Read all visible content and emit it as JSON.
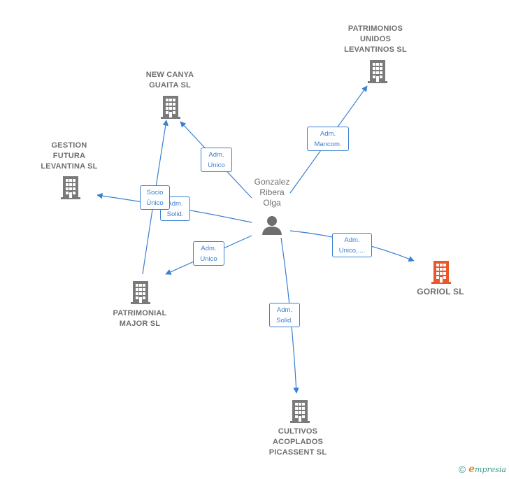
{
  "colors": {
    "edge": "#3a7fd2",
    "node": "#7a7a7a",
    "highlight": "#e8582a",
    "person": "#6e6e6e"
  },
  "person": {
    "name_lines": [
      "Gonzalez",
      "Ribera",
      "Olga"
    ],
    "icon": "person-icon"
  },
  "companies": [
    {
      "id": "patrimonios",
      "lines": [
        "PATRIMONIOS",
        "UNIDOS",
        "LEVANTINOS SL"
      ],
      "icon": "building-icon",
      "highlight": false
    },
    {
      "id": "newcanya",
      "lines": [
        "NEW CANYA",
        "GUAITA  SL"
      ],
      "icon": "building-icon",
      "highlight": false
    },
    {
      "id": "gestion",
      "lines": [
        "GESTION",
        "FUTURA",
        "LEVANTINA SL"
      ],
      "icon": "building-icon",
      "highlight": false
    },
    {
      "id": "goriol",
      "lines": [
        "GORIOL  SL"
      ],
      "icon": "building-icon",
      "highlight": true
    },
    {
      "id": "patrimonial",
      "lines": [
        "PATRIMONIAL",
        "MAJOR  SL"
      ],
      "icon": "building-icon",
      "highlight": false
    },
    {
      "id": "cultivos",
      "lines": [
        "CULTIVOS",
        "ACOPLADOS",
        "PICASSENT SL"
      ],
      "icon": "building-icon",
      "highlight": false
    }
  ],
  "edges": [
    {
      "id": "e-patrimonios",
      "lines": [
        "Adm.",
        "Mancom."
      ]
    },
    {
      "id": "e-newcanya",
      "lines": [
        "Adm.",
        "Unico"
      ]
    },
    {
      "id": "e-gestion",
      "lines": [
        "Adm.",
        "Solid."
      ]
    },
    {
      "id": "e-socio",
      "lines": [
        "Socio",
        "Único"
      ]
    },
    {
      "id": "e-patrimonial",
      "lines": [
        "Adm.",
        "Unico"
      ]
    },
    {
      "id": "e-goriol",
      "lines": [
        "Adm.",
        "Unico,...."
      ]
    },
    {
      "id": "e-cultivos",
      "lines": [
        "Adm.",
        "Solid."
      ]
    }
  ],
  "footer": {
    "copyright_symbol": "©",
    "brand_initial": "e",
    "brand_rest": "mpresia"
  }
}
